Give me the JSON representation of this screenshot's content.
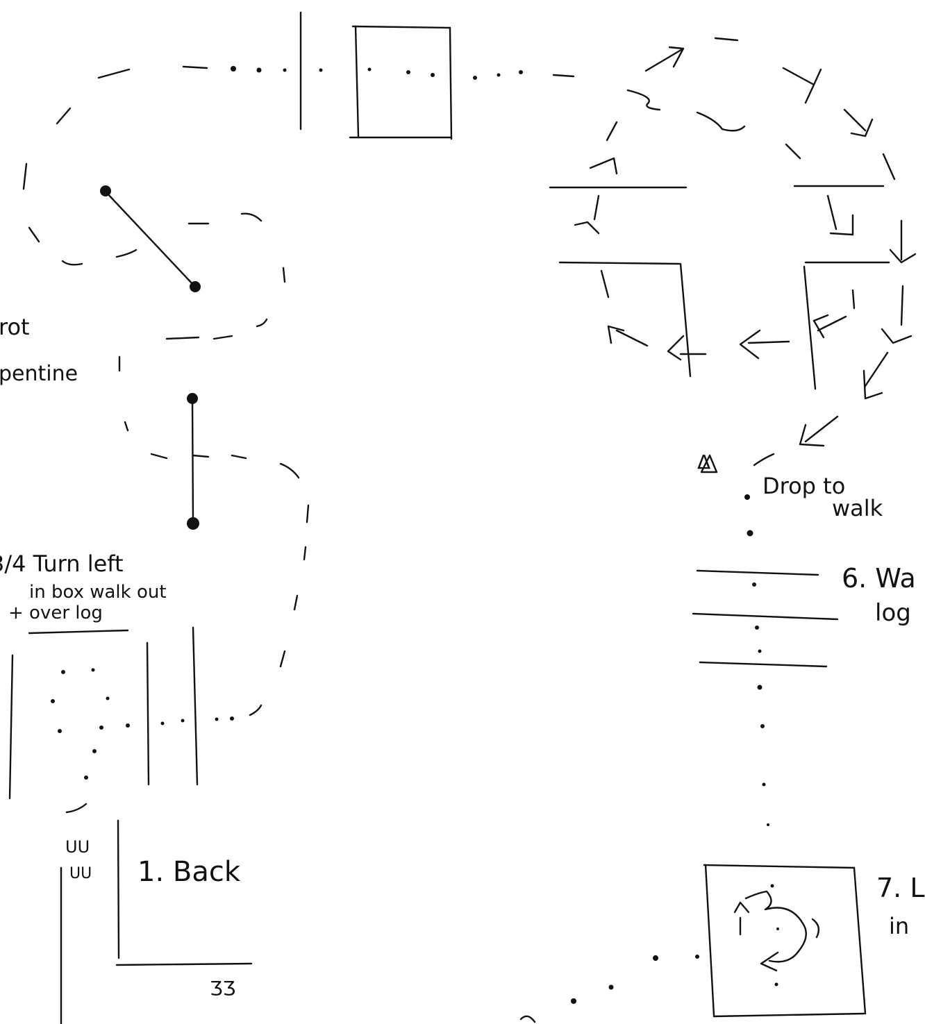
{
  "labels": {
    "trot": "rot",
    "serpentine": "pentine",
    "turn": {
      "line1": "3/4 Turn left",
      "line2": "in box walk out",
      "line3": "+ over log"
    },
    "back": "1. Back",
    "drop": {
      "line1": "Drop to",
      "line2": "walk"
    },
    "walk_over": {
      "line1": "6. Wa",
      "line2": "log"
    },
    "seven": {
      "line1": "7. L",
      "line2": "in"
    },
    "marker": "Δ",
    "back_start_marks": "UU",
    "corner_marks": "ƷƷ"
  }
}
